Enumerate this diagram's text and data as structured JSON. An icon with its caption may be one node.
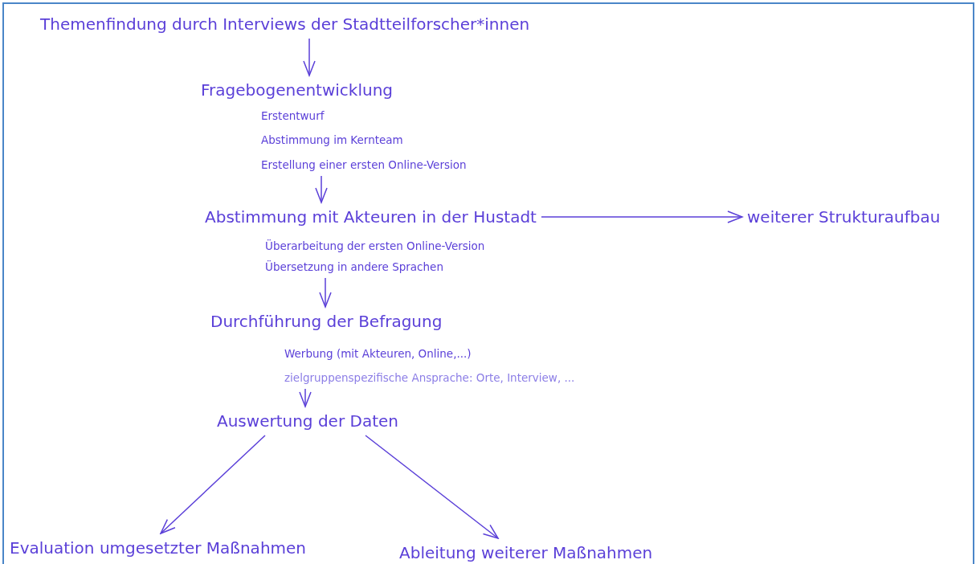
{
  "diagram": {
    "nodes": [
      {
        "text": [
          "Themenfindung durch Interviews der Stadtteilforscher*innen"
        ]
      },
      {
        "text": [
          "Fragebogenentwicklung",
          "Erstentwurf",
          "Abstimmung im Kernteam",
          "Erstellung einer ersten Online-Version"
        ]
      },
      {
        "text": [
          "Abstimmung mit Akteuren in der Hustadt",
          "Überarbeitung der ersten Online-Version",
          "Übersetzung in andere Sprachen"
        ]
      },
      {
        "text": [
          "weiterer Strukturaufbau"
        ]
      },
      {
        "text": [
          "Durchführung der Befragung",
          "Werbung (mit Akteuren, Online,...)",
          "zielgruppenspezifische Ansprache: Orte, Interview, ..."
        ]
      },
      {
        "text": [
          "Auswertung der Daten"
        ]
      },
      {
        "text": [
          "Evaluation umgesetzter Maßnahmen"
        ]
      },
      {
        "text": [
          "Ableitung weiterer Maßnahmen"
        ]
      }
    ],
    "edges": [
      {
        "from": 0,
        "to": 1,
        "arrow": "to"
      },
      {
        "from": 1,
        "to": 2,
        "arrow": "to"
      },
      {
        "from": 2,
        "to": 3,
        "arrow": "to"
      },
      {
        "from": 2,
        "to": 4,
        "arrow": "to"
      },
      {
        "from": 4,
        "to": 5,
        "arrow": "to"
      },
      {
        "from": 5,
        "to": 6,
        "arrow": "to"
      },
      {
        "from": 5,
        "to": 7,
        "arrow": "to"
      }
    ]
  }
}
